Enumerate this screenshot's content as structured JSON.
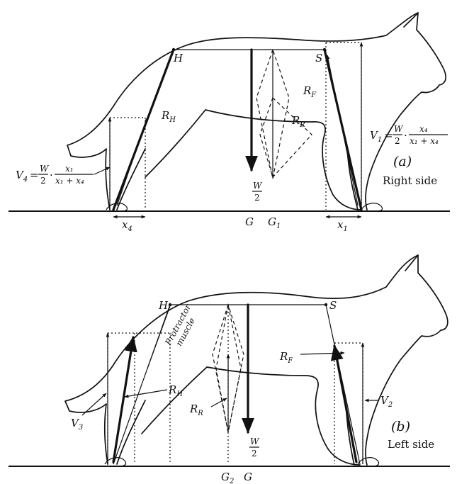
{
  "panel_a": {
    "id": "(a)",
    "side": "Right side",
    "points": {
      "hip": "H",
      "shoulder": "S",
      "g": "G",
      "g1": "G",
      "g1_sub": "1"
    },
    "forces": {
      "rh": "R",
      "rh_sub": "H",
      "rf": "R",
      "rf_sub": "F",
      "rr": "R",
      "rr_sub": "R",
      "weight_num": "W",
      "weight_den": "2"
    },
    "v1": {
      "name": "V",
      "name_sub": "1",
      "eq": "=",
      "w_num": "W",
      "w_den": "2",
      "dot": "·",
      "f_num": "x₄",
      "f_den": "x₁ + x₄"
    },
    "v4": {
      "name": "V",
      "name_sub": "4",
      "eq": "=",
      "w_num": "W",
      "w_den": "2",
      "dot": "·",
      "f_num": "x₁",
      "f_den": "x₁ + x₄"
    },
    "dims": {
      "x4": "x",
      "x4_sub": "4",
      "x1": "x",
      "x1_sub": "1"
    }
  },
  "panel_b": {
    "id": "(b)",
    "side": "Left side",
    "points": {
      "hip": "H",
      "shoulder": "S",
      "g2": "G",
      "g2_sub": "2",
      "g": "G"
    },
    "muscle_line1": "Protractor",
    "muscle_line2": "muscle",
    "forces": {
      "rh": "R",
      "rh_sub": "H",
      "rf": "R",
      "rf_sub": "F",
      "rr": "R",
      "rr_sub": "R",
      "weight_num": "W",
      "weight_den": "2",
      "v2": "V",
      "v2_sub": "2",
      "v3": "V",
      "v3_sub": "3"
    }
  }
}
